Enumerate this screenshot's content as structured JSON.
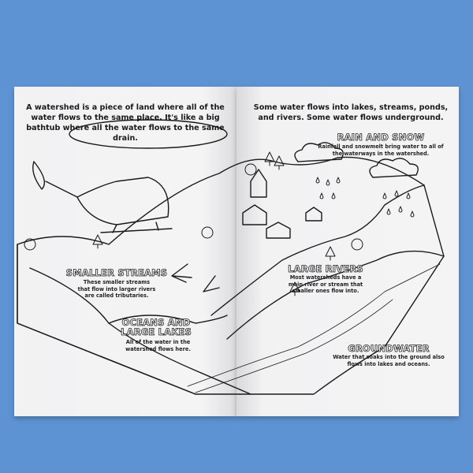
{
  "left_page": {
    "intro": "A watershed is a piece of land where all of the water flows to the same place. It's like a big bathtub where all the water flows to the same drain.",
    "smaller_streams": {
      "title": "Smaller Streams",
      "text": "These smaller streams that flow into larger rivers are called tributaries."
    },
    "oceans": {
      "title_line1": "Oceans and",
      "title_line2": "Large Lakes",
      "text": "All of the water in the watershed flows here."
    }
  },
  "right_page": {
    "intro": "Some water flows into lakes, streams, ponds, and rivers. Some water flows underground.",
    "rain_snow": {
      "title": "Rain and Snow",
      "text": "Rainfall and snowmelt bring water to all of the waterways in the watershed."
    },
    "large_rivers": {
      "title": "Large Rivers",
      "text": "Most watersheds have a main river or stream that smaller ones flow into."
    },
    "groundwater": {
      "title": "Groundwater",
      "text": "Water that soaks into the ground also flows into lakes and oceans."
    }
  },
  "colors": {
    "background": "#5e93d3",
    "paper": "#f3f3f4",
    "ink": "#1a1a1a"
  }
}
